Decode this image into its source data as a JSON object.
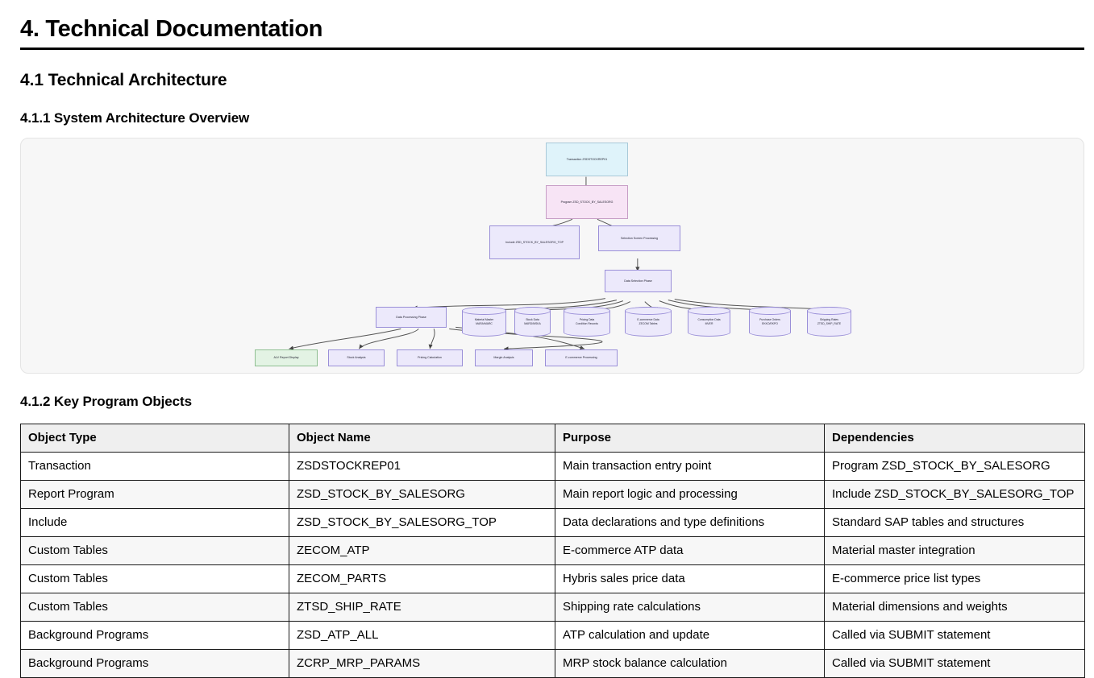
{
  "document": {
    "title": "4. Technical Documentation",
    "section_title": "4.1 Technical Architecture",
    "subsection_title": "4.1.1 System Architecture Overview",
    "objects_subsection_title": "4.1.2 Key Program Objects"
  },
  "diagram": {
    "nodes": [
      {
        "id": "transaction",
        "label": "Transaction ZSDSTOCKREP01",
        "type": "start"
      },
      {
        "id": "program",
        "label": "Program ZSD_STOCK_BY_SALESORG",
        "type": "prog"
      },
      {
        "id": "include",
        "label": "Include ZSD_STOCK_BY_SALESORG_TOP",
        "type": "proc"
      },
      {
        "id": "selection-screen",
        "label": "Selection Screen Processing",
        "type": "proc"
      },
      {
        "id": "data-selection",
        "label": "Data Selection Phase",
        "type": "proc"
      },
      {
        "id": "data-processing",
        "label": "Data Processing Phase",
        "type": "proc"
      },
      {
        "id": "alv-report",
        "label": "ALV Report Display",
        "type": "out"
      },
      {
        "id": "stock-analysis",
        "label": "Stock Analysis",
        "type": "proc"
      },
      {
        "id": "pricing-calc",
        "label": "Pricing Calculation",
        "type": "proc"
      },
      {
        "id": "margin-analysis",
        "label": "Margin Analysis",
        "type": "proc"
      },
      {
        "id": "ecom-processing",
        "label": "E-commerce Processing",
        "type": "proc"
      }
    ],
    "datastores": [
      {
        "id": "material-master",
        "label": "Material Master\nMARA/MARC"
      },
      {
        "id": "stock-data",
        "label": "Stock Data\nMARD/MSKA"
      },
      {
        "id": "pricing-data",
        "label": "Pricing Data\nCondition Records"
      },
      {
        "id": "ecommerce-data",
        "label": "E-commerce Data\nZECOM Tables"
      },
      {
        "id": "consumption-data",
        "label": "Consumption Data\nMVER"
      },
      {
        "id": "purchase-orders",
        "label": "Purchase Orders\nEKKO/EKPO"
      },
      {
        "id": "shipping-rates",
        "label": "Shipping Rates\nZTSD_SHIP_RATE"
      }
    ],
    "colors": {
      "process_fill": "#ece9fb",
      "process_stroke": "#9a8fd8",
      "start_fill": "#dff3fa",
      "start_stroke": "#a9c9d8",
      "program_fill": "#f7e4f5",
      "program_stroke": "#c79ec6",
      "output_fill": "#e3f3e4",
      "output_stroke": "#8fbf92",
      "edge": "#555555",
      "canvas": "#f7f7f7"
    }
  },
  "objects_table": {
    "headers": [
      "Object Type",
      "Object Name",
      "Purpose",
      "Dependencies"
    ],
    "rows": [
      [
        "Transaction",
        "ZSDSTOCKREP01",
        "Main transaction entry point",
        "Program ZSD_STOCK_BY_SALESORG"
      ],
      [
        "Report Program",
        "ZSD_STOCK_BY_SALESORG",
        "Main report logic and processing",
        "Include ZSD_STOCK_BY_SALESORG_TOP"
      ],
      [
        "Include",
        "ZSD_STOCK_BY_SALESORG_TOP",
        "Data declarations and type definitions",
        "Standard SAP tables and structures"
      ],
      [
        "Custom Tables",
        "ZECOM_ATP",
        "E-commerce ATP data",
        "Material master integration"
      ],
      [
        "Custom Tables",
        "ZECOM_PARTS",
        "Hybris sales price data",
        "E-commerce price list types"
      ],
      [
        "Custom Tables",
        "ZTSD_SHIP_RATE",
        "Shipping rate calculations",
        "Material dimensions and weights"
      ],
      [
        "Background Programs",
        "ZSD_ATP_ALL",
        "ATP calculation and update",
        "Called via SUBMIT statement"
      ],
      [
        "Background Programs",
        "ZCRP_MRP_PARAMS",
        "MRP stock balance calculation",
        "Called via SUBMIT statement"
      ]
    ]
  }
}
